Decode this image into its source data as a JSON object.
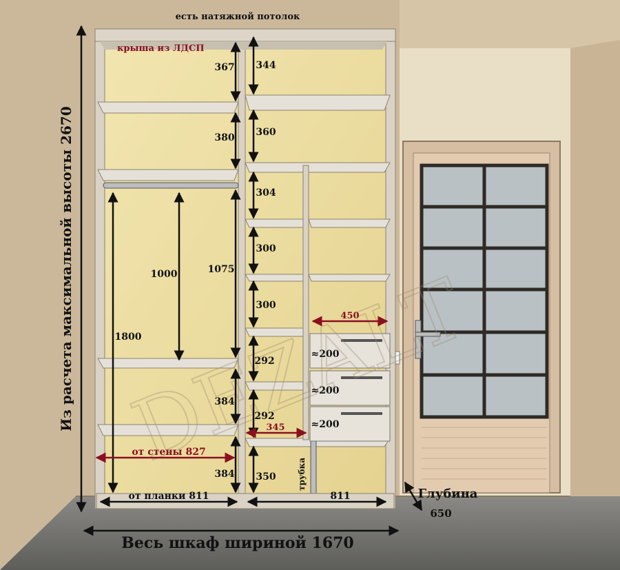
{
  "watermark": "DEZALT",
  "labels": {
    "ceiling_note": "есть натяжной потолок",
    "roof_note": "крыша из ЛДСП",
    "total_height": "Из расчета максимальной высоты 2670",
    "total_width": "Весь шкаф шириной 1670",
    "depth_title": "Глубина",
    "depth_value": "650",
    "from_wall": "от стены 827",
    "from_strip": "от планки 811",
    "right_bottom_width": "811",
    "tube": "трубка",
    "drawer_width": "450",
    "shelf_width": "345"
  },
  "left_section": {
    "heights": [
      "367",
      "380",
      "1075",
      "1000",
      "1800",
      "384",
      "384"
    ]
  },
  "right_section": {
    "heights": [
      "344",
      "360",
      "304",
      "300",
      "300",
      "292",
      "292",
      "350"
    ],
    "drawers": [
      "≈200",
      "≈200",
      "≈200"
    ]
  },
  "colors": {
    "wall": "#cdb99a",
    "wall_panel": "#e8dec4",
    "cabinet_back": "#efe2a8",
    "shelf": "#e6e1d8",
    "floor": "#6f6f6c",
    "door": "#e0c7ac",
    "glass": "#c9ced0",
    "accent_red": "#8a1020"
  }
}
